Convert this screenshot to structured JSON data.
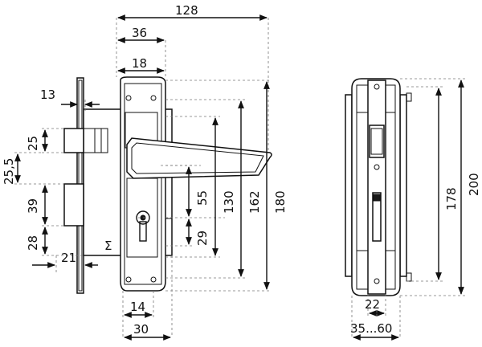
{
  "dimensions": {
    "overall_width": "128",
    "plate_width": "36",
    "handle_width": "18",
    "backset": "13",
    "latch_height": "25",
    "latch_offset": "25,5",
    "bolt_height": "39",
    "bolt_offset": "28",
    "faceplate_depth": "21",
    "key_spacing": "55",
    "key_center": "29",
    "center_distance": "130",
    "plate_length": "162",
    "handle_length": "180",
    "side_length": "178",
    "side_height": "200",
    "handle_neck": "14",
    "plate_base_width": "30",
    "spindle_width": "22",
    "door_thickness": "35...60"
  },
  "marks": {
    "gear_mark": "Σ"
  },
  "colors": {
    "line": "#111111",
    "dash": "#777777",
    "background": "#ffffff"
  }
}
